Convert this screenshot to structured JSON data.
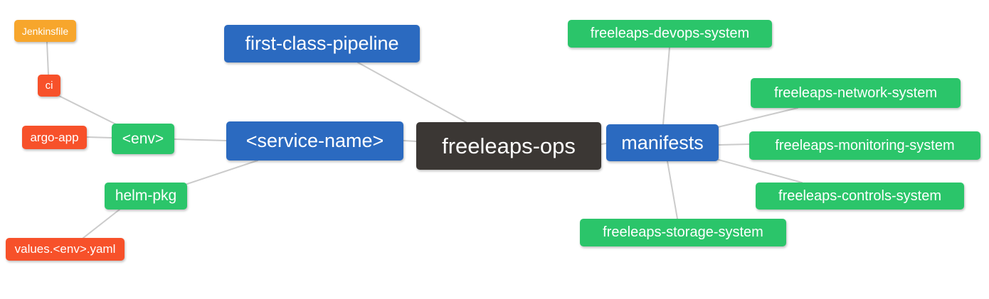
{
  "diagram": {
    "title": "freeleaps-ops repository structure mindmap",
    "background_color": "#ffffff",
    "edge_color": "#cbcbcb",
    "palette": {
      "blue": "#2b6ac0",
      "green": "#2bc56a",
      "red": "#f7512a",
      "orange": "#f7a62c",
      "dark": "#3b3734",
      "text": "#ffffff"
    },
    "nodes": {
      "jenkinsfile": {
        "label": "Jenkinsfile",
        "color": "#f7a62c"
      },
      "ci": {
        "label": "ci",
        "color": "#f7512a"
      },
      "argo_app": {
        "label": "argo-app",
        "color": "#f7512a"
      },
      "env": {
        "label": "<env>",
        "color": "#2bc56a"
      },
      "helm_pkg": {
        "label": "helm-pkg",
        "color": "#2bc56a"
      },
      "values_env_yaml": {
        "label": "values.<env>.yaml",
        "color": "#f7512a"
      },
      "first_class_pipeline": {
        "label": "first-class-pipeline",
        "color": "#2b6ac0"
      },
      "service_name": {
        "label": "<service-name>",
        "color": "#2b6ac0"
      },
      "freeleaps_ops": {
        "label": "freeleaps-ops",
        "color": "#3b3734"
      },
      "manifests": {
        "label": "manifests",
        "color": "#2b6ac0"
      },
      "devops_system": {
        "label": "freeleaps-devops-system",
        "color": "#2bc56a"
      },
      "network_system": {
        "label": "freeleaps-network-system",
        "color": "#2bc56a"
      },
      "monitoring_system": {
        "label": "freeleaps-monitoring-system",
        "color": "#2bc56a"
      },
      "controls_system": {
        "label": "freeleaps-controls-system",
        "color": "#2bc56a"
      },
      "storage_system": {
        "label": "freeleaps-storage-system",
        "color": "#2bc56a"
      }
    },
    "edges": [
      {
        "from": "jenkinsfile",
        "to": "ci"
      },
      {
        "from": "ci",
        "to": "env"
      },
      {
        "from": "argo_app",
        "to": "env"
      },
      {
        "from": "env",
        "to": "service_name"
      },
      {
        "from": "helm_pkg",
        "to": "service_name"
      },
      {
        "from": "values_env_yaml",
        "to": "helm_pkg"
      },
      {
        "from": "first_class_pipeline",
        "to": "freeleaps_ops"
      },
      {
        "from": "service_name",
        "to": "freeleaps_ops"
      },
      {
        "from": "freeleaps_ops",
        "to": "manifests"
      },
      {
        "from": "devops_system",
        "to": "manifests"
      },
      {
        "from": "manifests",
        "to": "network_system"
      },
      {
        "from": "manifests",
        "to": "monitoring_system"
      },
      {
        "from": "manifests",
        "to": "controls_system"
      },
      {
        "from": "manifests",
        "to": "storage_system"
      }
    ]
  }
}
